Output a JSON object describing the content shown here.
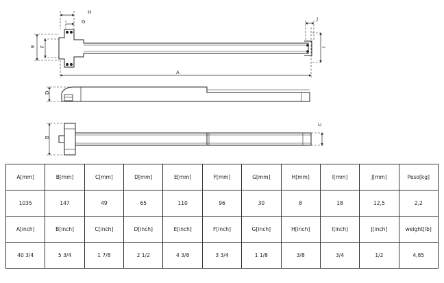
{
  "drawing": {
    "dimension_labels": {
      "A": "A",
      "B": "B",
      "C": "C",
      "D": "D",
      "E": "E",
      "F": "F",
      "G": "G",
      "H": "H",
      "I": "I",
      "J": "J"
    }
  },
  "spec_table": {
    "rows": [
      [
        "A[mm]",
        "B[mm]",
        "C[mm]",
        "D[mm]",
        "E[mm]",
        "F[mm]",
        "G[mm]",
        "H[mm]",
        "I[mm]",
        "J[mm]",
        "Peso[kg]"
      ],
      [
        "1035",
        "147",
        "49",
        "65",
        "110",
        "96",
        "30",
        "8",
        "18",
        "12,5",
        "2,2"
      ],
      [
        "A[inch]",
        "B[inch]",
        "C[inch]",
        "D[inch]",
        "E[inch]",
        "F[inch]",
        "G[inch]",
        "H[inch]",
        "I[inch]",
        "J[inch]",
        "weight[lb]"
      ],
      [
        "40 3/4",
        "5 3/4",
        "1 7/8",
        "2 1/2",
        "4 3/8",
        "3 3/4",
        "1 1/8",
        "3/8",
        "3/4",
        "1/2",
        "4,85"
      ]
    ]
  }
}
